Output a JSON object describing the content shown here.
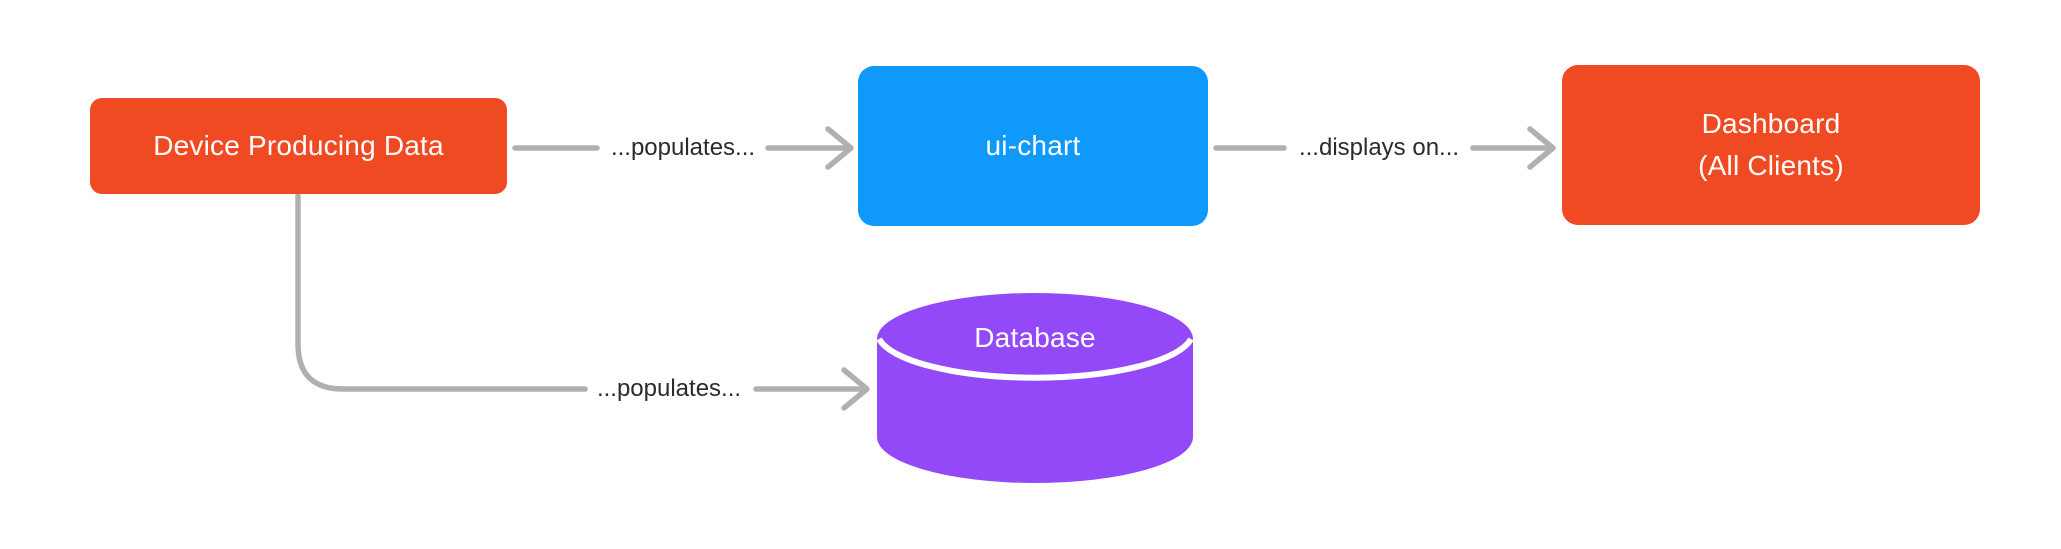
{
  "diagram": {
    "background_color": "#ffffff",
    "nodes": {
      "device": {
        "label": "Device Producing Data",
        "shape": "rounded-rectangle",
        "fill_color": "#F04A23",
        "text_color": "#ffffff"
      },
      "ui_chart": {
        "label": "ui-chart",
        "shape": "rounded-rectangle",
        "fill_color": "#0F99FB",
        "text_color": "#ffffff"
      },
      "dashboard": {
        "label_line1": "Dashboard",
        "label_line2": "(All Clients)",
        "shape": "rounded-rectangle",
        "fill_color": "#F04A23",
        "text_color": "#ffffff"
      },
      "database": {
        "label": "Database",
        "shape": "cylinder",
        "fill_color": "#9449F8",
        "separator_color": "#ffffff",
        "text_color": "#ffffff"
      }
    },
    "edges": [
      {
        "from": "device",
        "to": "ui_chart",
        "label": "...populates..."
      },
      {
        "from": "ui_chart",
        "to": "dashboard",
        "label": "...displays on..."
      },
      {
        "from": "device",
        "to": "database",
        "label": "...populates..."
      }
    ],
    "arrow_color": "#B0B0B0",
    "edge_label_color": "#2B2B2B"
  }
}
